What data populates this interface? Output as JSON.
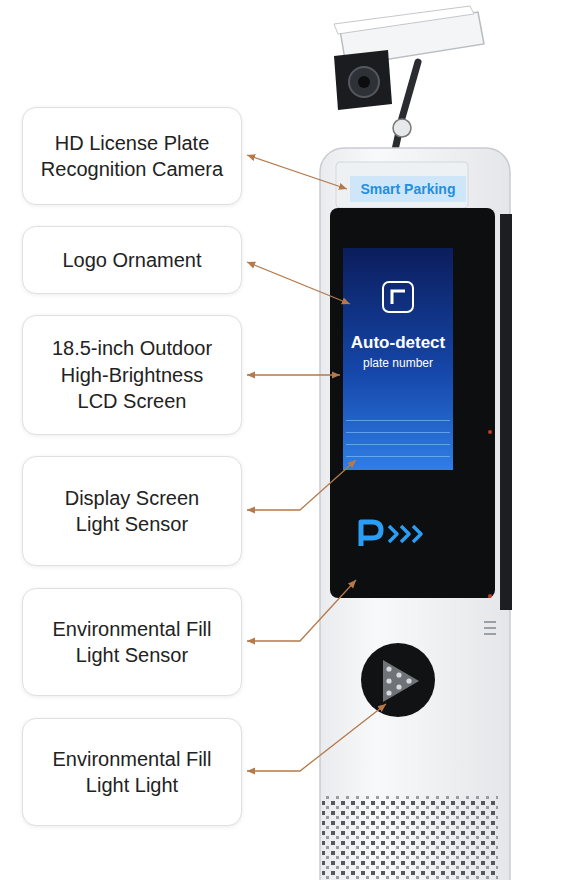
{
  "diagram": {
    "nodes": [
      {
        "text": [
          "HD License Plate Recognition Camera"
        ]
      },
      {
        "text": [
          "Logo Ornament"
        ]
      },
      {
        "text": [
          "18.5-inch Outdoor High-Brightness LCD Screen"
        ]
      },
      {
        "text": [
          "Display Screen Light Sensor"
        ]
      },
      {
        "text": [
          "Environmental Fill Light Sensor"
        ]
      },
      {
        "text": [
          "Environmental Fill Light Light"
        ]
      }
    ],
    "labels": [
      "Smart Parking",
      "Auto-detect",
      "plate number"
    ]
  }
}
